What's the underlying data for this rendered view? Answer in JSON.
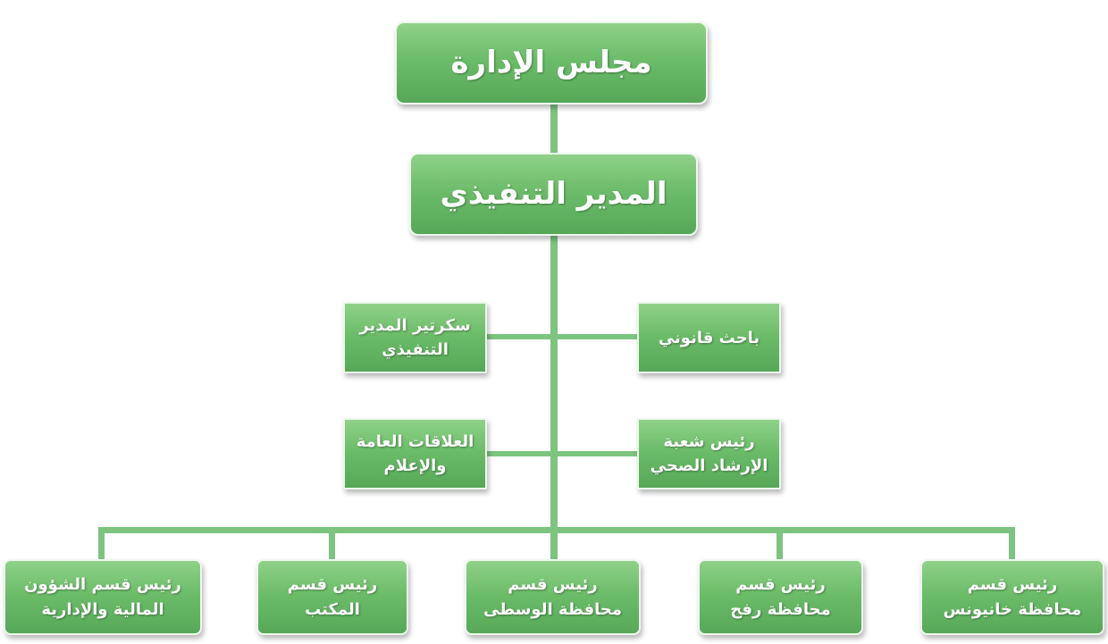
{
  "nodes": {
    "board": {
      "lines": [
        "مجلس الإدارة"
      ]
    },
    "executive_director": {
      "lines": [
        "المدير التنفيذي"
      ]
    },
    "secretary": {
      "lines": [
        "سكرتير المدير",
        "التنفيذي"
      ]
    },
    "legal_researcher": {
      "lines": [
        "باحث قانوني"
      ]
    },
    "public_relations": {
      "lines": [
        "العلاقات العامة",
        "والإعلام"
      ]
    },
    "health_education": {
      "lines": [
        "رئيس شعبة",
        "الإرشاد الصحي"
      ]
    },
    "finance_admin": {
      "lines": [
        "رئيس قسم الشؤون",
        "المالية والإدارية"
      ]
    },
    "office": {
      "lines": [
        "رئيس قسم",
        "المكتب"
      ]
    },
    "middle_governorate": {
      "lines": [
        "رئيس قسم",
        "محافظة الوسطى"
      ]
    },
    "rafah_governorate": {
      "lines": [
        "رئيس قسم",
        "محافظة رفح"
      ]
    },
    "khan_younis_governorate": {
      "lines": [
        "رئيس قسم",
        "محافظة خانيونس"
      ]
    }
  },
  "colors": {
    "box_light": "#8fd188",
    "box_dark": "#56a858",
    "connector": "#7cc47f",
    "text": "#ffffff"
  }
}
